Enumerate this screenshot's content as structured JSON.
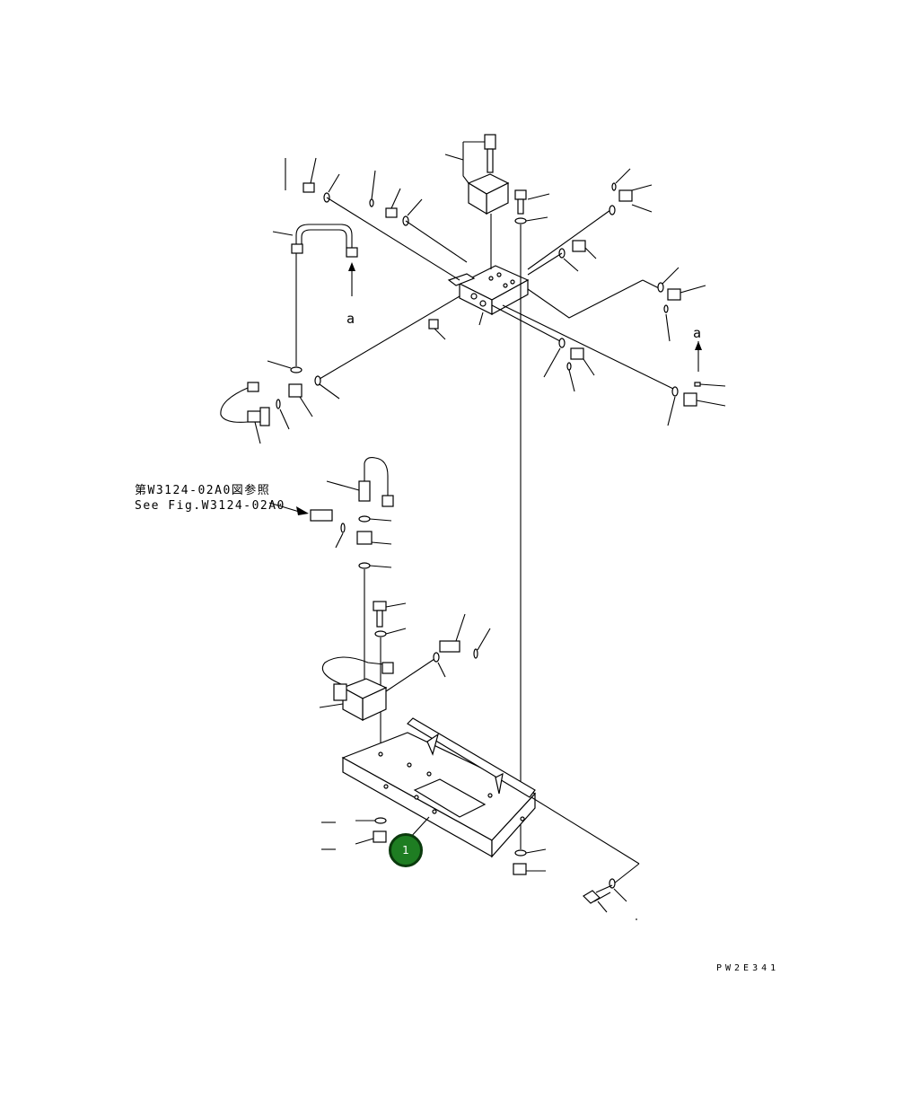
{
  "diagram": {
    "reference_note": {
      "japanese": "第W3124-02A0図参照",
      "english": "See Fig.W3124-02A0"
    },
    "callout_letters": {
      "upper_left": "a",
      "right": "a"
    },
    "drawing_code": "PW2E341",
    "part_badges": [
      {
        "number": "1",
        "color": "#1e7d22"
      }
    ]
  }
}
